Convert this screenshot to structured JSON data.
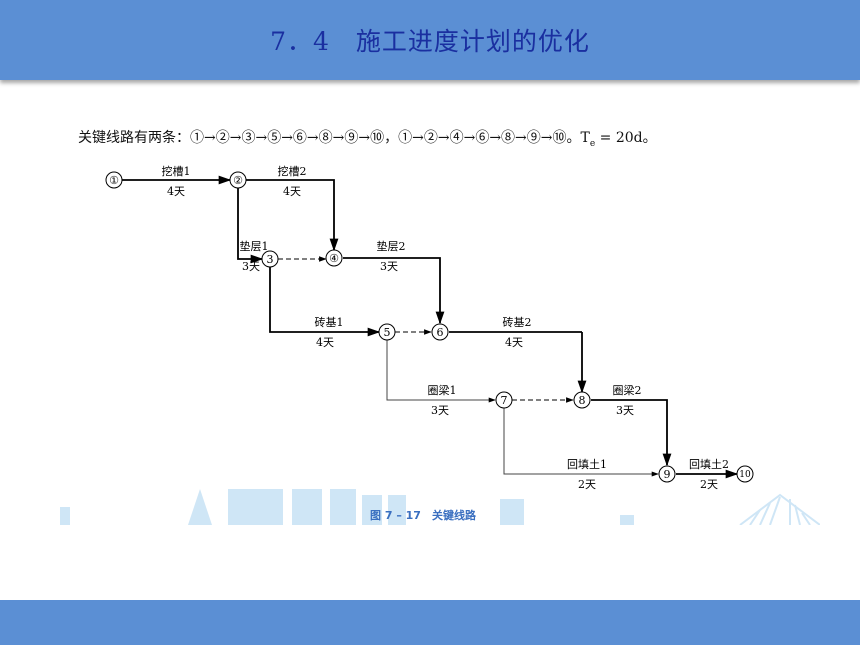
{
  "title": "7．4　施工进度计划的优化",
  "critical_path": {
    "prefix": "关键线路有两条：",
    "path1": "①→②→③→⑤→⑥→⑧→⑨→⑩",
    "sep": "，",
    "path2": "①→②→④→⑥→⑧→⑨→⑩",
    "te_label": "。T",
    "te_sub": "e",
    "te_value": " = 20d。"
  },
  "figure_caption": "图 7 – 17　关键线路",
  "nodes": [
    "①",
    "②",
    "3",
    "④",
    "5",
    "6",
    "7",
    "8",
    "9",
    "10"
  ],
  "activities": [
    {
      "name": "挖槽1",
      "duration": "4天"
    },
    {
      "name": "挖槽2",
      "duration": "4天"
    },
    {
      "name": "垫层1",
      "duration": "3天"
    },
    {
      "name": "垫层2",
      "duration": "3天"
    },
    {
      "name": "砖基1",
      "duration": "4天"
    },
    {
      "name": "砖基2",
      "duration": "4天"
    },
    {
      "name": "圈梁1",
      "duration": "3天"
    },
    {
      "name": "圈梁2",
      "duration": "3天"
    },
    {
      "name": "回填土1",
      "duration": "2天"
    },
    {
      "name": "回填土2",
      "duration": "2天"
    }
  ],
  "colors": {
    "header": "#5b8fd4",
    "title": "#1a2fa0",
    "caption": "#3a6fc0",
    "watermark": "#cfe6f6"
  }
}
